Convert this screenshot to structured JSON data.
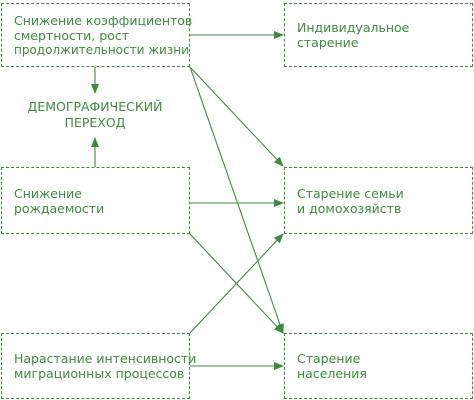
{
  "boxes": {
    "mortality": {
      "lines": [
        "Снижение коэффициентов",
        "смертности, рост",
        "продолжительности жизни"
      ]
    },
    "fertility": {
      "lines": [
        "Снижение",
        "рождаемости"
      ]
    },
    "migration": {
      "lines": [
        "Нарастание интенсивности",
        "миграционных процессов"
      ]
    },
    "individual": {
      "lines": [
        "Индивидуальное",
        "старение"
      ]
    },
    "family": {
      "lines": [
        "Старение семьи",
        "и домохозяйств"
      ]
    },
    "population": {
      "lines": [
        "Старение",
        "населения"
      ]
    }
  },
  "center": {
    "lines": [
      "ДЕМОГРАФИЧЕСКИЙ",
      "ПЕРЕХОД"
    ]
  },
  "colors": {
    "stroke": "#3f8a3f"
  }
}
